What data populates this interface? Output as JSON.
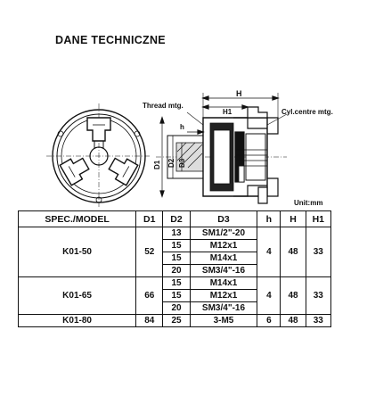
{
  "page_title": "DANE TECHNICZNE",
  "drawing": {
    "thread_label": "Thread mtg.",
    "cyl_label": "Cyl.centre mtg.",
    "h_label": "H",
    "h1_label": "H1",
    "small_h_label": "h",
    "d1_label": "D1",
    "d2_label": "D2",
    "d3_label": "D3",
    "unit_label": "Unit:mm"
  },
  "table": {
    "headers": [
      "SPEC./MODEL",
      "D1",
      "D2",
      "D3",
      "h",
      "H",
      "H1"
    ],
    "groups": [
      {
        "model": "K01-50",
        "d1": "52",
        "h": "4",
        "H": "48",
        "H1": "33",
        "rows": [
          {
            "d2": "13",
            "d3": "SM1/2\"-20"
          },
          {
            "d2": "15",
            "d3": "M12x1"
          },
          {
            "d2": "15",
            "d3": "M14x1"
          },
          {
            "d2": "20",
            "d3": "SM3/4\"-16"
          }
        ]
      },
      {
        "model": "K01-65",
        "d1": "66",
        "h": "4",
        "H": "48",
        "H1": "33",
        "rows": [
          {
            "d2": "15",
            "d3": "M14x1"
          },
          {
            "d2": "15",
            "d3": "M12x1"
          },
          {
            "d2": "20",
            "d3": "SM3/4\"-16"
          }
        ]
      },
      {
        "model": "K01-80",
        "d1": "84",
        "h": "6",
        "H": "48",
        "H1": "33",
        "rows": [
          {
            "d2": "25",
            "d3": "3-M5"
          }
        ]
      }
    ]
  }
}
